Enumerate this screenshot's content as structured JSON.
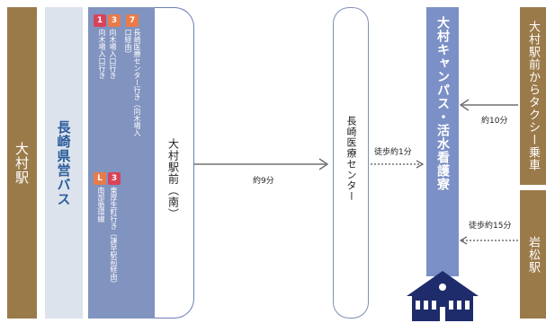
{
  "stations": {
    "omura_station": "大村駅",
    "bus": "長崎県営バス",
    "omura_ekimae": "大村駅前（南）",
    "hospital": "長崎医療センター",
    "campus": "大村キャンパス・活水看護寮",
    "taxi": "大村駅前からタクシー乗車",
    "iwamatsu": "岩松駅"
  },
  "routes": {
    "upper": {
      "badges_left": [
        "1",
        "3"
      ],
      "badge_right": "7",
      "text_left_a": "向木場入口行き",
      "text_left_b": "向木場入口行き",
      "text_right": "長崎医療センター行き（向木場入口経由）"
    },
    "lower": {
      "badge_left": "L",
      "badge_right": "3",
      "text_left": "南部循環線",
      "text_right": "東厚生町行き（諫早駅前経由）"
    }
  },
  "durations": {
    "bus": "約9分",
    "walk_hospital": "徒歩約1分",
    "taxi": "約10分",
    "walk_iwamatsu": "徒歩約15分"
  },
  "colors": {
    "brown": "#9b7a4a",
    "route_panel": "#8193bf",
    "campus": "#7b90c6",
    "badge_red": "#d9435a",
    "badge_orange": "#e97b4a",
    "bus_text": "#2a5c9c"
  },
  "icons": {
    "building": "school-building-icon"
  }
}
